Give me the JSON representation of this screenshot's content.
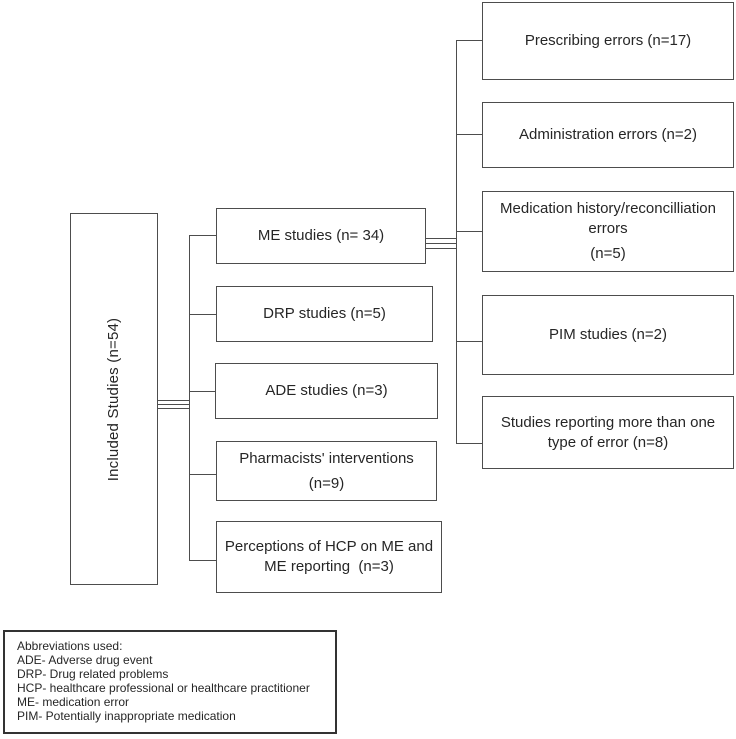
{
  "flowchart": {
    "root": {
      "label": "Included Studies (n=54)"
    },
    "categories": [
      {
        "id": "me-studies",
        "lines": [
          "ME studies (n= 34)"
        ]
      },
      {
        "id": "drp-studies",
        "lines": [
          "DRP studies (n=5)"
        ]
      },
      {
        "id": "ade-studies",
        "lines": [
          "ADE studies (n=3)"
        ]
      },
      {
        "id": "pharmacists-interventions",
        "lines": [
          "Pharmacists' interventions",
          "(n=9)"
        ]
      },
      {
        "id": "perceptions-of-hcp",
        "lines": [
          "Perceptions of HCP on ME and",
          "ME reporting  (n=3)"
        ]
      }
    ],
    "me_subtypes": [
      {
        "id": "prescribing-errors",
        "lines": [
          "Prescribing errors (n=17)"
        ]
      },
      {
        "id": "administration-errors",
        "lines": [
          "Administration errors (n=2)"
        ]
      },
      {
        "id": "medication-history-reconcilliation-errors",
        "lines": [
          "Medication history/reconcilliation",
          "errors",
          "(n=5)"
        ]
      },
      {
        "id": "pim-studies",
        "lines": [
          "PIM studies (n=2)"
        ]
      },
      {
        "id": "studies-reporting-multiple-error-types",
        "lines": [
          "Studies reporting more than one",
          "type of error (n=8)"
        ]
      }
    ],
    "abbreviations": {
      "lines": [
        "Abbreviations used:",
        "ADE- Adverse drug event",
        "DRP- Drug related problems",
        "HCP- healthcare professional or healthcare practitioner",
        "ME- medication error",
        "PIM- Potentially inappropriate medication"
      ]
    }
  },
  "colors": {
    "border": "#4d4d4d",
    "line": "#4d4d4d",
    "text": "#262626",
    "background": "#ffffff"
  }
}
